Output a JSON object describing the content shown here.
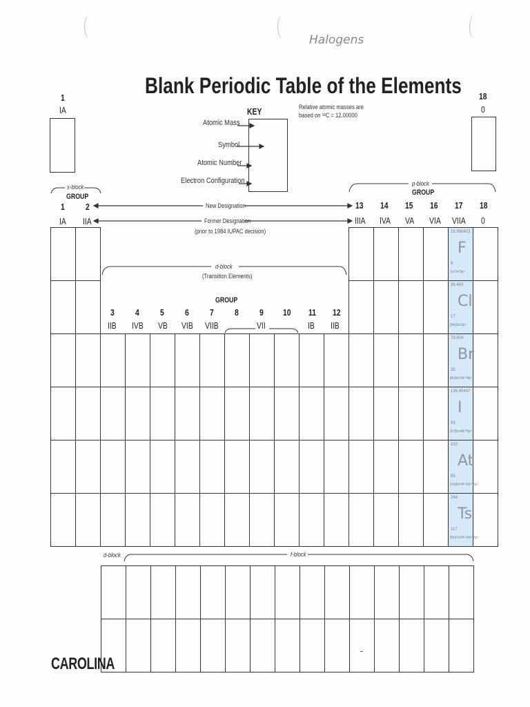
{
  "header": {
    "handwritten_note": "Halogens",
    "title": "Blank Periodic Table of the Elements",
    "key_label": "KEY",
    "relative_mass_note_line1": "Relative atomic masses are",
    "relative_mass_note_line2": "based on ¹²C = 12.00000"
  },
  "key": {
    "atomic_mass": "Atomic Mass",
    "symbol": "Symbol",
    "atomic_number": "Atomic Number",
    "electron_configuration": "Electron Configuration"
  },
  "left_header": {
    "group_num": "1",
    "group_roman": "IA"
  },
  "right_header": {
    "group_num": "18",
    "group_roman": "0"
  },
  "blocks": {
    "s_block": "s-block",
    "p_block": "p-block",
    "d_block": "d-block",
    "d_block_sub": "(Transition Elements)",
    "d_block_bottom": "d-block",
    "f_block": "f-block",
    "group_word": "GROUP"
  },
  "designations": {
    "new": "New Designation",
    "former": "Former Designation",
    "former_note": "(prior to 1984 IUPAC decision)"
  },
  "groups_s": [
    {
      "num": "1",
      "roman": "IA"
    },
    {
      "num": "2",
      "roman": "IIA"
    }
  ],
  "groups_p": [
    {
      "num": "13",
      "roman": "IIIA"
    },
    {
      "num": "14",
      "roman": "IVA"
    },
    {
      "num": "15",
      "roman": "VA"
    },
    {
      "num": "16",
      "roman": "VIA"
    },
    {
      "num": "17",
      "roman": "VIIA"
    },
    {
      "num": "18",
      "roman": "0"
    }
  ],
  "groups_d": [
    {
      "num": "3",
      "roman": "IIB"
    },
    {
      "num": "4",
      "roman": "IVB"
    },
    {
      "num": "5",
      "roman": "VB"
    },
    {
      "num": "6",
      "roman": "VIB"
    },
    {
      "num": "7",
      "roman": "VIIB"
    },
    {
      "num": "8",
      "roman": ""
    },
    {
      "num": "9",
      "roman": "VII"
    },
    {
      "num": "10",
      "roman": ""
    },
    {
      "num": "11",
      "roman": "IB"
    },
    {
      "num": "12",
      "roman": "IIB"
    }
  ],
  "halogens": [
    {
      "symbol": "F",
      "mass": "18.998403",
      "number": "9",
      "config": "1s²2s²2p⁵"
    },
    {
      "symbol": "Cl",
      "mass": "35.453",
      "number": "17",
      "config": "[Ne]3s²3p⁵"
    },
    {
      "symbol": "Br",
      "mass": "79.904",
      "number": "35",
      "config": "[Ar]4s²3d¹⁰4p⁵"
    },
    {
      "symbol": "I",
      "mass": "126.90447",
      "number": "53",
      "config": "[Kr]5s²4d¹⁰5p⁵"
    },
    {
      "symbol": "At",
      "mass": "210",
      "number": "85",
      "config": "[Xe]6s²4f¹⁴5d¹⁰6p⁵"
    },
    {
      "symbol": "Ts",
      "mass": "294",
      "number": "117",
      "config": "[Rn]7s²5f¹⁴6d¹⁰7p⁵"
    }
  ],
  "footer": {
    "brand": "CAROLINA"
  },
  "colors": {
    "highlight": "#d6e9f8",
    "ink": "#222222",
    "pencil": "#8a8f98"
  }
}
